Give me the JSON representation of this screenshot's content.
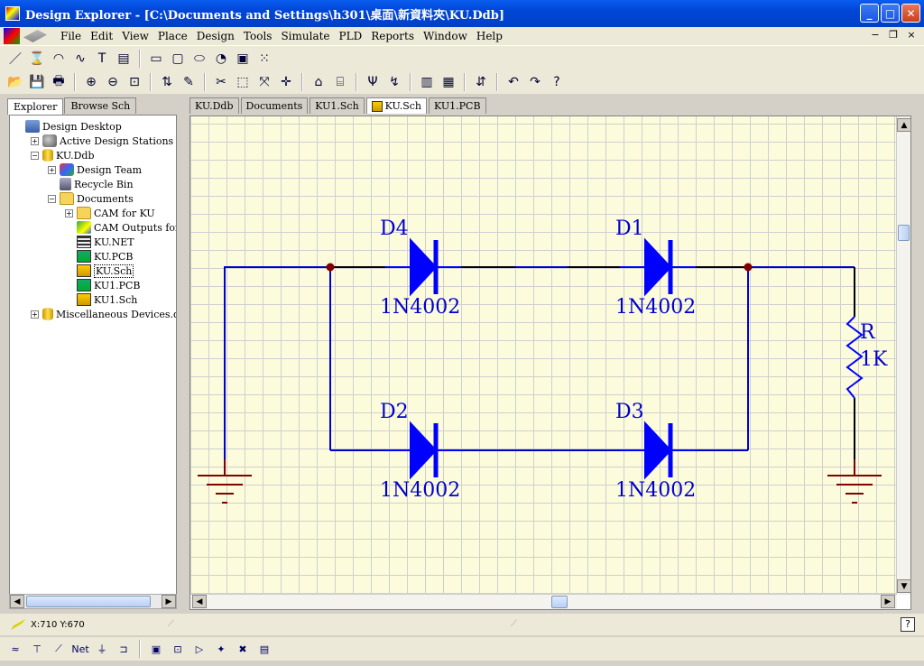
{
  "window": {
    "title": "Design Explorer - [C:\\Documents and Settings\\h301\\桌面\\新資料夾\\KU.Ddb]"
  },
  "window_controls": {
    "minimize": "_",
    "maximize": "□",
    "close": "✕"
  },
  "menu": {
    "items": [
      "File",
      "Edit",
      "View",
      "Place",
      "Design",
      "Tools",
      "Simulate",
      "PLD",
      "Reports",
      "Window",
      "Help"
    ],
    "mdi_controls": {
      "minimize": "−",
      "restore": "❐",
      "close": "×"
    }
  },
  "toolbar1": {
    "icons": [
      "line-icon",
      "bezier-icon",
      "arc-icon",
      "spline-icon",
      "text-icon",
      "text-frame-icon",
      "rectangle-icon",
      "rounded-rect-icon",
      "ellipse-icon",
      "pie-icon",
      "graphic-icon",
      "array-icon"
    ],
    "glyphs": [
      "／",
      "⌛",
      "◠",
      "∿",
      "T",
      "▤",
      "▭",
      "▢",
      "⬭",
      "◔",
      "▣",
      "⁙"
    ]
  },
  "toolbar2": {
    "icons": [
      "open-icon",
      "save-icon",
      "print-icon",
      "zoom-in-icon",
      "zoom-out-icon",
      "zoom-fit-icon",
      "hierarchy-icon",
      "cross-probe-icon",
      "cut-icon",
      "select-icon",
      "move-icon",
      "cross-icon",
      "parts-icon",
      "library-icon",
      "probe-icon",
      "annotate-icon",
      "book-icon",
      "book2-icon",
      "sort-icon",
      "undo-icon",
      "redo-icon",
      "help-icon"
    ],
    "glyphs": [
      "📂",
      "💾",
      "🖶",
      "⊕",
      "⊖",
      "⊡",
      "⇅",
      "✎",
      "✂",
      "⬚",
      "⤧",
      "✛",
      "⌂",
      "⌸",
      "Ψ",
      "↯",
      "▥",
      "▦",
      "⇵",
      "↶",
      "↷",
      "?"
    ]
  },
  "explorer": {
    "tabs": [
      "Explorer",
      "Browse Sch"
    ],
    "tree": [
      {
        "label": "Design Desktop",
        "level": 0,
        "expander": "",
        "icon": "desk"
      },
      {
        "label": "Active Design Stations",
        "level": 1,
        "expander": "+",
        "icon": "station"
      },
      {
        "label": "KU.Ddb",
        "level": 1,
        "expander": "−",
        "icon": "db"
      },
      {
        "label": "Design Team",
        "level": 2,
        "expander": "+",
        "icon": "team"
      },
      {
        "label": "Recycle Bin",
        "level": 2,
        "expander": "",
        "icon": "bin"
      },
      {
        "label": "Documents",
        "level": 2,
        "expander": "−",
        "icon": "folder"
      },
      {
        "label": "CAM for KU",
        "level": 3,
        "expander": "+",
        "icon": "folder"
      },
      {
        "label": "CAM Outputs for KU",
        "level": 3,
        "expander": "",
        "icon": "cam"
      },
      {
        "label": "KU.NET",
        "level": 3,
        "expander": "",
        "icon": "net"
      },
      {
        "label": "KU.PCB",
        "level": 3,
        "expander": "",
        "icon": "pcb"
      },
      {
        "label": "KU.Sch",
        "level": 3,
        "expander": "",
        "icon": "sch",
        "selected": true
      },
      {
        "label": "KU1.PCB",
        "level": 3,
        "expander": "",
        "icon": "pcb"
      },
      {
        "label": "KU1.Sch",
        "level": 3,
        "expander": "",
        "icon": "sch"
      },
      {
        "label": "Miscellaneous Devices.ddb",
        "level": 1,
        "expander": "+",
        "icon": "db"
      }
    ]
  },
  "doc_tabs": [
    {
      "label": "KU.Ddb",
      "active": false
    },
    {
      "label": "Documents",
      "active": false
    },
    {
      "label": "KU1.Sch",
      "active": false
    },
    {
      "label": "KU.Sch",
      "active": true
    },
    {
      "label": "KU1.PCB",
      "active": false
    }
  ],
  "schematic": {
    "components": [
      {
        "designator": "D4",
        "value": "1N4002",
        "type": "diode"
      },
      {
        "designator": "D1",
        "value": "1N4002",
        "type": "diode"
      },
      {
        "designator": "D2",
        "value": "1N4002",
        "type": "diode"
      },
      {
        "designator": "D3",
        "value": "1N4002",
        "type": "diode"
      },
      {
        "designator": "R",
        "value": "1K",
        "type": "resistor"
      }
    ],
    "colors": {
      "wire": "#0000cc",
      "component": "#0000ff",
      "junction": "#800000",
      "ground": "#800000",
      "pin": "#000000",
      "sheet": "#fcfcdc",
      "grid": "#cfcfcf"
    }
  },
  "scroll": {
    "up": "▲",
    "down": "▼",
    "left": "◀",
    "right": "▶"
  },
  "status": {
    "coords": "X:710 Y:670",
    "help": "?"
  },
  "toolbar3": {
    "icons": [
      "wire-icon",
      "bus-icon",
      "bus-entry-icon",
      "net-label-icon",
      "power-port-icon",
      "part-icon",
      "sheet-symbol-icon",
      "sheet-entry-icon",
      "port-icon",
      "junction-icon",
      "no-erc-icon",
      "pcb-layout-icon"
    ],
    "glyphs": [
      "≈",
      "⊤",
      "⟋",
      "Net",
      "⏚",
      "⊐",
      "▣",
      "⊡",
      "▷",
      "✦",
      "✖",
      "▤"
    ]
  }
}
